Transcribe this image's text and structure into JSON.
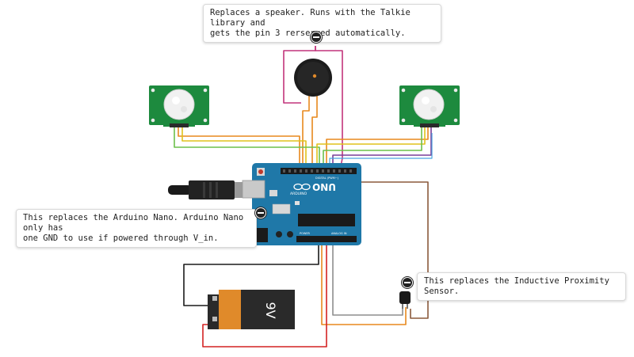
{
  "notes": {
    "speaker": "Replaces a speaker. Runs with the Talkie library and\ngets the pin 3 rerserved automatically.",
    "nano": "This replaces the Arduino Nano. Arduino Nano only has\none GND to use if powered through V_in.",
    "sensor": "This replaces the Inductive Proximity Sensor."
  },
  "board": {
    "brand": "ARDUINO",
    "model": "UNO",
    "digital_label": "DIGITAL (PWM~)",
    "power_label": "POWER",
    "analog_label": "ANALOG IN"
  },
  "battery": {
    "label": "9V"
  },
  "colors": {
    "board": "#1f78a8",
    "pir_pcb": "#1d8a3e",
    "wire_orange": "#e8891d",
    "wire_yellow": "#e0c21c",
    "wire_green": "#6cc04a",
    "wire_magenta": "#c2347b",
    "wire_purple": "#7a3f98",
    "wire_brown": "#8b5a3c",
    "wire_gray": "#8e8e8e",
    "wire_red": "#d32222",
    "wire_black": "#1a1a1a",
    "wire_blue": "#4aa3e0"
  }
}
